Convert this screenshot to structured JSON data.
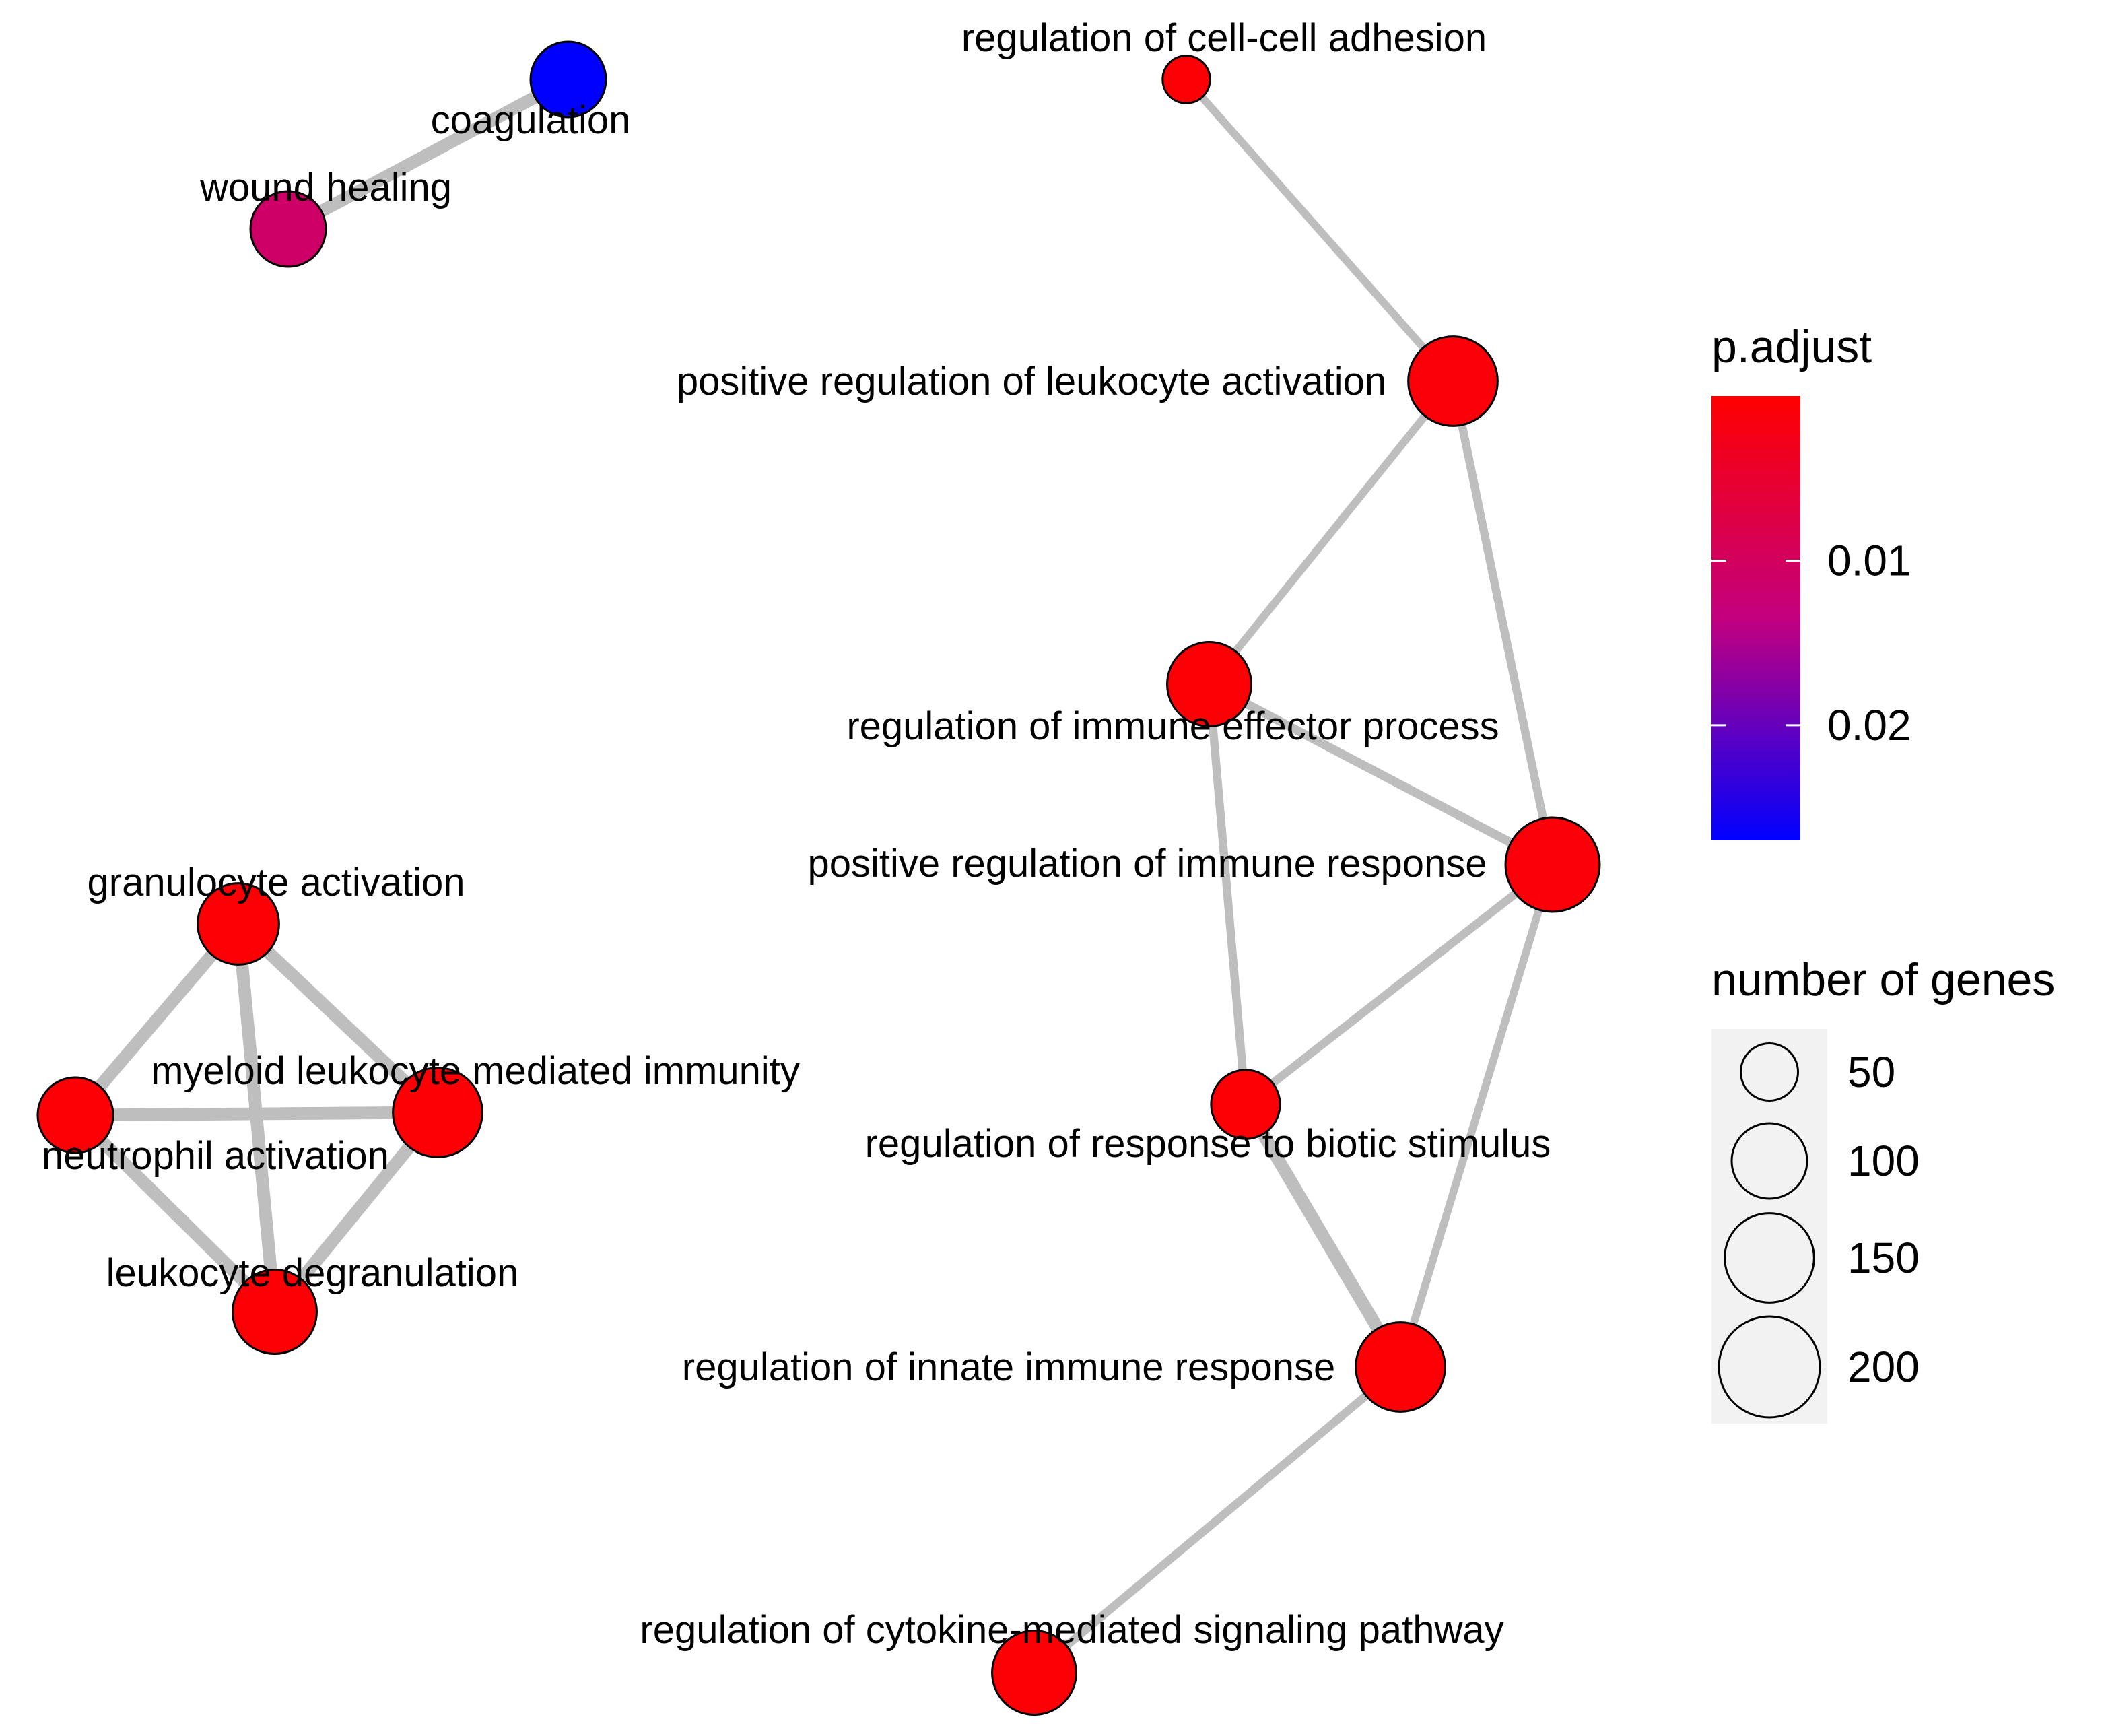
{
  "network": {
    "nodes": [
      {
        "id": "coag",
        "label": "coagulation",
        "p_adjust": 0.028,
        "genes": 100
      },
      {
        "id": "wound",
        "label": "wound healing",
        "p_adjust": 0.011,
        "genes": 100
      },
      {
        "id": "adhesion",
        "label": "regulation of cell-cell adhesion",
        "p_adjust": 0.0005,
        "genes": 30
      },
      {
        "id": "posleuk",
        "label": "positive regulation of leukocyte activation",
        "p_adjust": 0.001,
        "genes": 150
      },
      {
        "id": "effector",
        "label": "regulation of immune effector process",
        "p_adjust": 0.0005,
        "genes": 130
      },
      {
        "id": "posimm",
        "label": "positive regulation of immune response",
        "p_adjust": 0.001,
        "genes": 170
      },
      {
        "id": "biotic",
        "label": "regulation of response to biotic stimulus",
        "p_adjust": 0.0005,
        "genes": 80
      },
      {
        "id": "innate",
        "label": "regulation of innate immune response",
        "p_adjust": 0.0005,
        "genes": 150
      },
      {
        "id": "cytokine",
        "label": "regulation of cytokine-mediated signaling pathway",
        "p_adjust": 0.0005,
        "genes": 130
      },
      {
        "id": "granul",
        "label": "granulocyte activation",
        "p_adjust": 0.0005,
        "genes": 120
      },
      {
        "id": "myeloid",
        "label": "myeloid leukocyte mediated immunity",
        "p_adjust": 0.0005,
        "genes": 150
      },
      {
        "id": "neutro",
        "label": "neutrophil activation",
        "p_adjust": 0.0005,
        "genes": 100
      },
      {
        "id": "degran",
        "label": "leukocyte degranulation",
        "p_adjust": 0.0005,
        "genes": 130
      }
    ],
    "edges": [
      {
        "source": "coag",
        "target": "wound",
        "weight": 0.8
      },
      {
        "source": "adhesion",
        "target": "posleuk",
        "weight": 0.35
      },
      {
        "source": "posleuk",
        "target": "effector",
        "weight": 0.35
      },
      {
        "source": "posleuk",
        "target": "posimm",
        "weight": 0.4
      },
      {
        "source": "effector",
        "target": "posimm",
        "weight": 0.45
      },
      {
        "source": "effector",
        "target": "biotic",
        "weight": 0.4
      },
      {
        "source": "posimm",
        "target": "biotic",
        "weight": 0.4
      },
      {
        "source": "posimm",
        "target": "innate",
        "weight": 0.35
      },
      {
        "source": "biotic",
        "target": "innate",
        "weight": 0.8
      },
      {
        "source": "innate",
        "target": "cytokine",
        "weight": 0.4
      },
      {
        "source": "granul",
        "target": "myeloid",
        "weight": 0.8
      },
      {
        "source": "granul",
        "target": "neutro",
        "weight": 0.8
      },
      {
        "source": "granul",
        "target": "degran",
        "weight": 0.8
      },
      {
        "source": "myeloid",
        "target": "neutro",
        "weight": 0.8
      },
      {
        "source": "myeloid",
        "target": "degran",
        "weight": 0.8
      },
      {
        "source": "neutro",
        "target": "degran",
        "weight": 0.8
      }
    ]
  },
  "legend": {
    "color": {
      "title": "p.adjust",
      "ticks": [
        {
          "value": 0.01,
          "label": "0.01"
        },
        {
          "value": 0.02,
          "label": "0.02"
        }
      ],
      "range": [
        0.0,
        0.027
      ],
      "low_color": "#ff0000",
      "mid_color": "#c3007e",
      "high_color": "#0000ff"
    },
    "size": {
      "title": "number of genes",
      "entries": [
        {
          "value": 50,
          "label": "50"
        },
        {
          "value": 100,
          "label": "100"
        },
        {
          "value": 150,
          "label": "150"
        },
        {
          "value": 200,
          "label": "200"
        }
      ]
    }
  }
}
